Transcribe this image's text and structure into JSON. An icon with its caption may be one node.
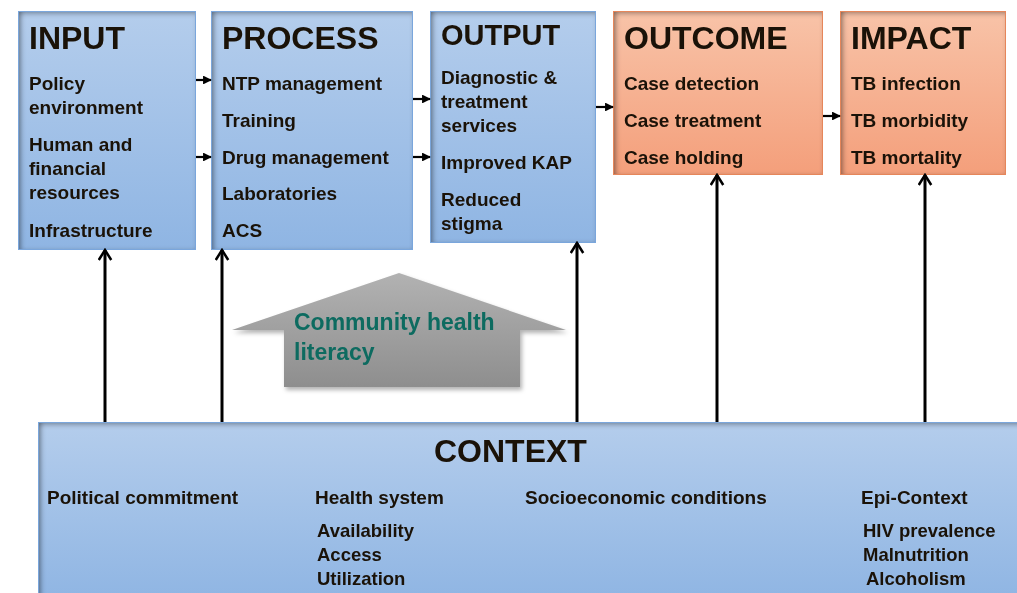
{
  "diagram": {
    "nodes": [
      {
        "text": [
          "INPUT",
          "Policy environment",
          "Human and financial resources",
          "Infrastructure"
        ]
      },
      {
        "text": [
          "PROCESS",
          "NTP management",
          "Training",
          "Drug management",
          "Laboratories",
          "ACS"
        ]
      },
      {
        "text": [
          "OUTPUT",
          "Diagnostic & treatment services",
          "Improved KAP",
          "Reduced stigma"
        ]
      },
      {
        "text": [
          "OUTCOME",
          "Case detection",
          "Case treatment",
          "Case holding"
        ]
      },
      {
        "text": [
          "IMPACT",
          "TB infection",
          "TB morbidity",
          "TB mortality"
        ]
      },
      {
        "text": [
          "Community health literacy"
        ]
      },
      {
        "text": [
          "CONTEXT",
          "Political commitment",
          "Health system",
          "Availability",
          "Access",
          "Utilization",
          "Socioeconomic conditions",
          "Epi-Context",
          "HIV prevalence",
          "Malnutrition",
          "Alcoholism"
        ]
      }
    ],
    "edges": [
      {
        "from": 0,
        "to": 1,
        "arrow": "to"
      },
      {
        "from": 0,
        "to": 1,
        "arrow": "to"
      },
      {
        "from": 1,
        "to": 2,
        "arrow": "to"
      },
      {
        "from": 1,
        "to": 2,
        "arrow": "to"
      },
      {
        "from": 2,
        "to": 3,
        "arrow": "to"
      },
      {
        "from": 3,
        "to": 4,
        "arrow": "to"
      },
      {
        "from": 6,
        "to": 0,
        "arrow": "to"
      },
      {
        "from": 6,
        "to": 1,
        "arrow": "to"
      },
      {
        "from": 6,
        "to": 2,
        "arrow": "to"
      },
      {
        "from": 6,
        "to": 3,
        "arrow": "to"
      },
      {
        "from": 6,
        "to": 4,
        "arrow": "to"
      }
    ]
  }
}
